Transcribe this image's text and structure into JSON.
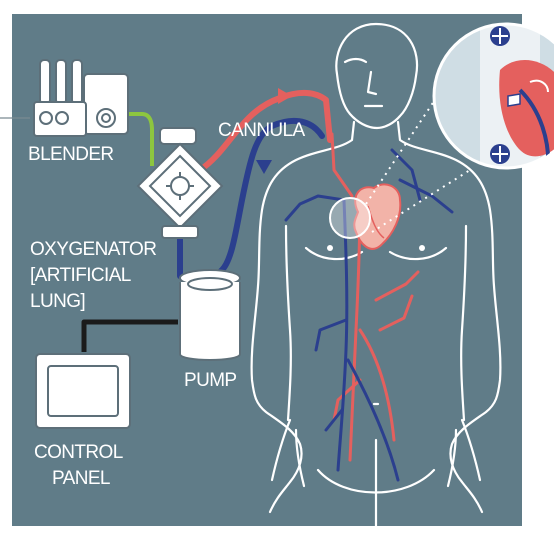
{
  "colors": {
    "background": "#607c88",
    "oxygenated_blood": "#e4605e",
    "deoxygenated_blood": "#2b3f8e",
    "gas_line": "#8dc63f",
    "control_cable": "#1b1b1b",
    "outline": "#ffffff"
  },
  "labels": {
    "blender": "BLENDER",
    "cannula": "CANNULA",
    "oxygenator_line1": "OXYGENATOR",
    "oxygenator_line2": "[ARTIFICIAL",
    "oxygenator_line3": "LUNG]",
    "pump": "PUMP",
    "control_panel_line1": "CONTROL",
    "control_panel_line2": "PANEL"
  },
  "icons": [
    "blender-device",
    "oxygenator-device",
    "pump-device",
    "control-panel-device",
    "heart-icon",
    "human-figure",
    "magnifier-inset"
  ]
}
